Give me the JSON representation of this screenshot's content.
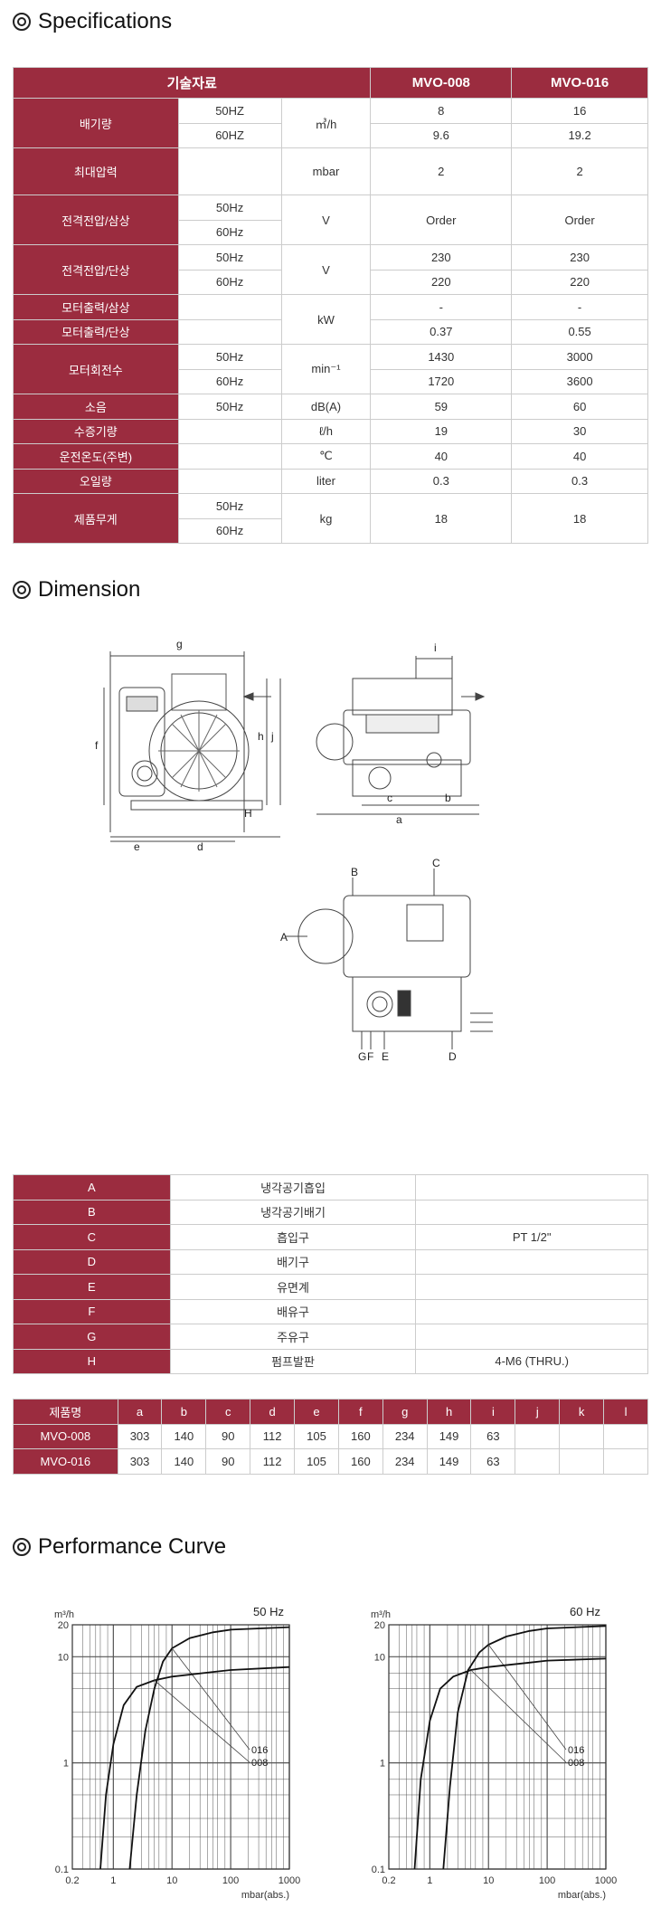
{
  "spec_title": "Specifications",
  "spec": {
    "header": [
      "기술자료",
      "MVO-008",
      "MVO-016"
    ],
    "rows": {
      "r1": {
        "label": "배기량",
        "f1": "50HZ",
        "f2": "60HZ",
        "unit": "㎥/h",
        "a1": "8",
        "a2": "9.6",
        "b1": "16",
        "b2": "19.2"
      },
      "r2": {
        "label": "최대압력",
        "unit": "mbar",
        "a": "2",
        "b": "2"
      },
      "r3": {
        "label": "전격전압/삼상",
        "f1": "50Hz",
        "f2": "60Hz",
        "unit": "V",
        "a": "Order",
        "b": "Order"
      },
      "r4": {
        "label": "전격전압/단상",
        "f1": "50Hz",
        "f2": "60Hz",
        "unit": "V",
        "a1": "230",
        "a2": "220",
        "b1": "230",
        "b2": "220"
      },
      "r5": {
        "label": "모터출력/삼상",
        "unit": "kW",
        "a": "-",
        "b": "-"
      },
      "r6": {
        "label": "모터출력/단상",
        "a": "0.37",
        "b": "0.55"
      },
      "r7": {
        "label": "모터회전수",
        "f1": "50Hz",
        "f2": "60Hz",
        "unit": "min⁻¹",
        "a1": "1430",
        "a2": "1720",
        "b1": "3000",
        "b2": "3600"
      },
      "r8": {
        "label": "소음",
        "f1": "50Hz",
        "unit": "dB(A)",
        "a": "59",
        "b": "60"
      },
      "r9": {
        "label": "수증기량",
        "unit": "ℓ/h",
        "a": "19",
        "b": "30"
      },
      "r10": {
        "label": "운전온도(주변)",
        "unit": "℃",
        "a": "40",
        "b": "40"
      },
      "r11": {
        "label": "오일량",
        "unit": "liter",
        "a": "0.3",
        "b": "0.3"
      },
      "r12": {
        "label": "제품무게",
        "f1": "50Hz",
        "f2": "60Hz",
        "unit": "kg",
        "a": "18",
        "b": "18"
      }
    }
  },
  "dim_title": "Dimension",
  "drawing_labels": {
    "g": "g",
    "i": "i",
    "f": "f",
    "h": "h",
    "j": "j",
    "e": "e",
    "d": "d",
    "H": "H",
    "c": "c",
    "a": "a",
    "b": "b",
    "A": "A",
    "B": "B",
    "C": "C",
    "D": "D",
    "E": "E",
    "F": "F",
    "G": "G"
  },
  "legend": [
    {
      "key": "A",
      "desc": "냉각공기흡입",
      "value": ""
    },
    {
      "key": "B",
      "desc": "냉각공기배기",
      "value": ""
    },
    {
      "key": "C",
      "desc": "흡입구",
      "value": "PT 1/2\""
    },
    {
      "key": "D",
      "desc": "배기구",
      "value": ""
    },
    {
      "key": "E",
      "desc": "유면계",
      "value": ""
    },
    {
      "key": "F",
      "desc": "배유구",
      "value": ""
    },
    {
      "key": "G",
      "desc": "주유구",
      "value": ""
    },
    {
      "key": "H",
      "desc": "펌프발판",
      "value": "4-M6 (THRU.)"
    }
  ],
  "dims": {
    "header": [
      "제품명",
      "a",
      "b",
      "c",
      "d",
      "e",
      "f",
      "g",
      "h",
      "i",
      "j",
      "k",
      "l"
    ],
    "rows": [
      [
        "MVO-008",
        "303",
        "140",
        "90",
        "112",
        "105",
        "160",
        "234",
        "149",
        "63",
        "",
        "",
        ""
      ],
      [
        "MVO-016",
        "303",
        "140",
        "90",
        "112",
        "105",
        "160",
        "234",
        "149",
        "63",
        "",
        "",
        ""
      ]
    ]
  },
  "perf_title": "Performance Curve",
  "chart_data": [
    {
      "type": "line",
      "title": "50 Hz",
      "ylabel": "m³/h",
      "xlabel": "mbar(abs.)",
      "xscale": "log",
      "yscale": "log",
      "xlim": [
        0.2,
        1000
      ],
      "ylim": [
        0.1,
        20
      ],
      "xticks": [
        "0.2",
        "1",
        "10",
        "100",
        "1000"
      ],
      "yticks": [
        "20",
        "10",
        "1",
        "0.1"
      ],
      "series": [
        {
          "name": "016",
          "x": [
            1.9,
            2.5,
            3.5,
            5,
            7,
            10,
            20,
            50,
            100,
            1000
          ],
          "y": [
            0.1,
            0.5,
            2,
            5,
            9,
            12,
            15,
            17,
            18,
            19
          ]
        },
        {
          "name": "008",
          "x": [
            0.6,
            0.75,
            1,
            1.5,
            2.5,
            5,
            10,
            50,
            100,
            1000
          ],
          "y": [
            0.1,
            0.5,
            1.5,
            3.5,
            5.2,
            6,
            6.5,
            7.2,
            7.5,
            8
          ]
        }
      ]
    },
    {
      "type": "line",
      "title": "60 Hz",
      "ylabel": "m³/h",
      "xlabel": "mbar(abs.)",
      "xscale": "log",
      "yscale": "log",
      "xlim": [
        0.2,
        1000
      ],
      "ylim": [
        0.1,
        20
      ],
      "xticks": [
        "0.2",
        "1",
        "10",
        "100",
        "1000"
      ],
      "yticks": [
        "20",
        "10",
        "1",
        "0.1"
      ],
      "series": [
        {
          "name": "016",
          "x": [
            1.7,
            2.2,
            3,
            4.5,
            7,
            10,
            20,
            50,
            100,
            1000
          ],
          "y": [
            0.1,
            0.6,
            3,
            7.5,
            11,
            13,
            15.5,
            17.5,
            18.5,
            19.5
          ]
        },
        {
          "name": "008",
          "x": [
            0.55,
            0.7,
            1,
            1.5,
            2.5,
            5,
            10,
            50,
            100,
            1000
          ],
          "y": [
            0.1,
            0.7,
            2.5,
            5,
            6.5,
            7.5,
            8,
            8.8,
            9.2,
            9.6
          ]
        }
      ]
    }
  ]
}
